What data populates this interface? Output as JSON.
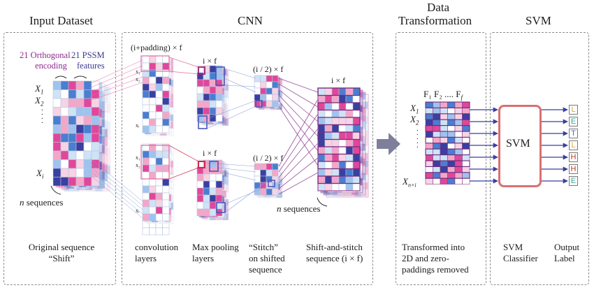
{
  "sections": {
    "input_dataset": "Input Dataset",
    "cnn": "CNN",
    "data_transformation_line1": "Data",
    "data_transformation_line2": "Transformation",
    "svm": "SVM"
  },
  "input": {
    "orthogonal_line1": "21 Orthogonal",
    "orthogonal_line2": "encoding",
    "pssm_line1": "21 PSSM",
    "pssm_line2": "features",
    "x1": "X",
    "x1_sub": "1",
    "x2": "X",
    "x2_sub": "2",
    "xi": "X",
    "xi_sub": "i",
    "n_sequences_n": "n",
    "n_sequences": " sequences"
  },
  "cnn": {
    "padding_label": "(i+padding) × f",
    "ixf_top": "i × f",
    "half_top": "(i / 2) × f",
    "ixf_bottom": "i × f",
    "half_bottom": "(i / 2) × f",
    "ixf_stitch": "i × f",
    "n_sequences_n": "n",
    "n_sequences": " sequences",
    "conv_x1": "x₁",
    "conv_x2": "x₂",
    "conv_xi": "xᵢ"
  },
  "transform": {
    "features_header": "F₁ F₂ .... F",
    "features_f": "f",
    "x1": "X",
    "x1_sub": "1",
    "x2": "X",
    "x2_sub": "2",
    "xn": "X",
    "xn_sub": "n×i"
  },
  "svm": {
    "box_label": "SVM",
    "output_labels": [
      "L",
      "E",
      "T",
      "L",
      "H",
      "H",
      "E"
    ]
  },
  "captions": {
    "original_line1": "Original sequence",
    "original_line2": "“Shift”",
    "conv_line1": "convolution",
    "conv_line2": "layers",
    "maxpool_line1": "Max pooling",
    "maxpool_line2": "layers",
    "stitch_line1": "“Stitch”",
    "stitch_line2": "on shifted",
    "stitch_line3": "sequence",
    "shift_stitch_line1": "Shift-and-stitch",
    "shift_stitch_line2": "sequence (i × f)",
    "transformed_line1": "Transformed into",
    "transformed_line2": "2D and zero-",
    "transformed_line3": "paddings removed",
    "svm_classifier_line1": "SVM",
    "svm_classifier_line2": "Classifier",
    "output_line1": "Output",
    "output_line2": "Label"
  },
  "colors": {
    "magenta": "#e0479a",
    "pink": "#f4a6c8",
    "light_pink": "#f7d3e3",
    "blue": "#4a7ed0",
    "light_blue": "#9fc3ee",
    "navy": "#3a3fa0",
    "cyan": "#cfe3f6",
    "svm_border": "#d97070",
    "arrow": "#7e7f9a",
    "label_L": "#e9a23b",
    "label_E": "#3aa5a0",
    "label_T": "#5a63b8",
    "label_H": "#c0392b"
  }
}
